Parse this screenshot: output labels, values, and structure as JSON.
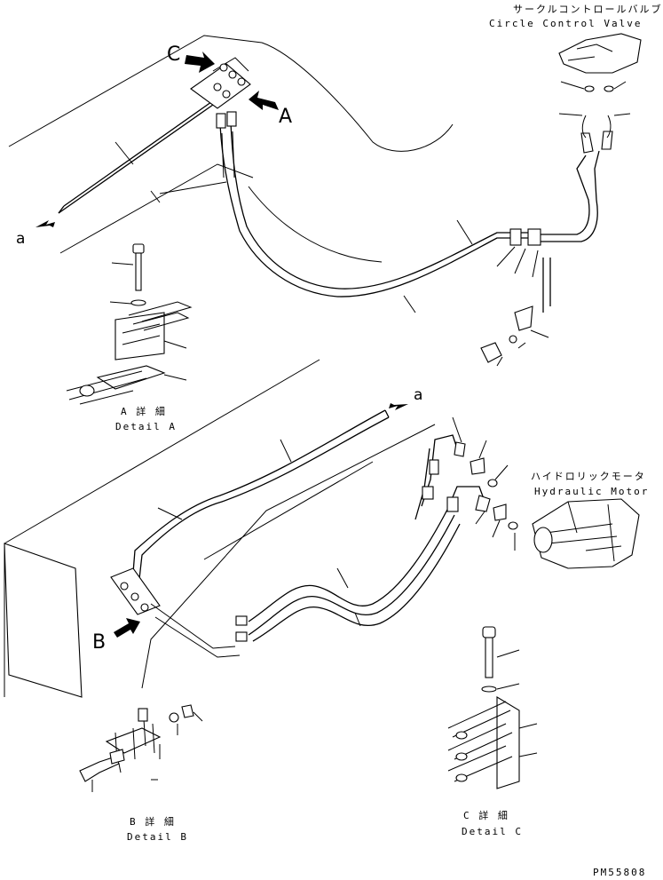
{
  "labels": {
    "circle_valve_jp": "サークルコントロールバルブ",
    "circle_valve_en": "Circle Control Valve",
    "hyd_motor_jp": "ハイドロリックモータ",
    "hyd_motor_en": "Hydraulic Motor",
    "detail_a_jp": "A 詳 細",
    "detail_a_en": "Detail A",
    "detail_b_jp": "B 詳 細",
    "detail_b_en": "Detail B",
    "detail_c_jp": "C 詳 細",
    "detail_c_en": "Detail C",
    "callout_a": "A",
    "callout_b": "B",
    "callout_c": "C",
    "ref_a_top": "a",
    "ref_a_mid": "a",
    "part_number": "PM55808"
  },
  "icons": [
    "arrow-a-icon",
    "arrow-b-icon",
    "arrow-c-icon"
  ]
}
